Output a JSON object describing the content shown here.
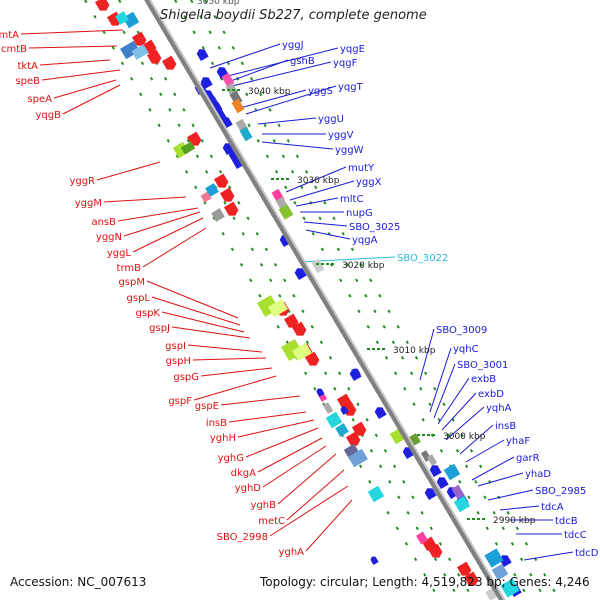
{
  "title": "Shigella boydii Sb227, complete genome",
  "top_partial_label": "3050 kbp",
  "footer": {
    "accession": "Accession: NC_007613",
    "summary": "Topology: circular; Length: 4,519,823 bp; Genes: 4,246"
  },
  "colors": {
    "backbone": "#8c8c8c",
    "left_label": "#dd1111",
    "right_label": "#1a1ad6",
    "highlight_label": "#2ab8e0",
    "tick": "#1f8c1f",
    "forward_feature": "#ee2222",
    "reverse_feature": "#1f1fe0"
  },
  "scale_labels": [
    "3040 kbp",
    "3030 kbp",
    "3020 kbp",
    "3010 kbp",
    "3000 kbp",
    "2990 kbp"
  ],
  "left_genes": [
    "cmtA",
    "cmtB",
    "tktA",
    "speB",
    "speA",
    "yqgB",
    "yggR",
    "yggM",
    "ansB",
    "yggN",
    "yggL",
    "trmB",
    "gspM",
    "gspL",
    "gspK",
    "gspJ",
    "gspI",
    "gspH",
    "gspG",
    "gspF",
    "gspE",
    "insB",
    "yghH",
    "yghG",
    "dkgA",
    "yghD",
    "yghB",
    "metC",
    "SBO_2998",
    "yghA"
  ],
  "right_genes": [
    "yggJ",
    "yqgE",
    "gshB",
    "yqgF",
    "yggS",
    "yqgT",
    "yggU",
    "yggV",
    "yggW",
    "mutY",
    "yggX",
    "mltC",
    "nupG",
    "SBO_3025",
    "yqgA",
    "SBO_3022",
    "SBO_3009",
    "yqhC",
    "SBO_3001",
    "exbB",
    "exbD",
    "yqhA",
    "insB",
    "yhaF",
    "garR",
    "yhaD",
    "SBO_2985",
    "tdcA",
    "tdcB",
    "tdcC",
    "tdcD"
  ]
}
